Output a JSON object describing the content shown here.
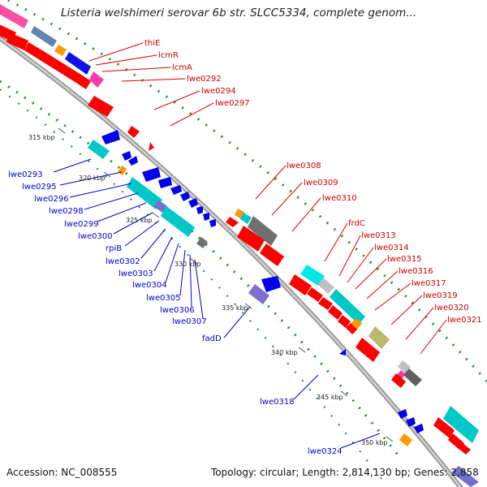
{
  "title": "Listeria welshimeri serovar 6b str. SLCC5334, complete genom...",
  "footer": {
    "accession_label": "Accession:",
    "accession": "NC_008555",
    "topology_label": "Topology:",
    "topology": "circular",
    "length_label": "Length:",
    "length": "2,814,130 bp",
    "genes_label": "Genes:",
    "genes": "2,858"
  },
  "colors": {
    "forward_gene": "#ff0000",
    "reverse_gene": "#0000ff",
    "forward_label": "#cc0000",
    "reverse_label": "#0000cc",
    "backbone": "#888888",
    "gc_dots": "#228b22"
  },
  "scale_marks": [
    {
      "label": "315 kbp"
    },
    {
      "label": "320 kbp"
    },
    {
      "label": "325 kbp"
    },
    {
      "label": "330 kbp"
    },
    {
      "label": "335 kbp"
    },
    {
      "label": "340 kbp"
    },
    {
      "label": "345 kbp"
    },
    {
      "label": "350 kbp"
    }
  ],
  "forward_labels": [
    {
      "name": "thiE"
    },
    {
      "name": "lcmR"
    },
    {
      "name": "lcmA"
    },
    {
      "name": "lwe0292"
    },
    {
      "name": "lwe0294"
    },
    {
      "name": "lwe0297"
    },
    {
      "name": "lwe0308"
    },
    {
      "name": "lwe0309"
    },
    {
      "name": "lwe0310"
    },
    {
      "name": "frdC"
    },
    {
      "name": "lwe0313"
    },
    {
      "name": "lwe0314"
    },
    {
      "name": "lwe0315"
    },
    {
      "name": "lwe0316"
    },
    {
      "name": "lwe0317"
    },
    {
      "name": "lwe0319"
    },
    {
      "name": "lwe0320"
    },
    {
      "name": "lwe0321"
    }
  ],
  "reverse_labels": [
    {
      "name": "lwe0293"
    },
    {
      "name": "lwe0295"
    },
    {
      "name": "lwe0296"
    },
    {
      "name": "lwe0298"
    },
    {
      "name": "lwe0299"
    },
    {
      "name": "lwe0300"
    },
    {
      "name": "rpiB"
    },
    {
      "name": "lwe0302"
    },
    {
      "name": "lwe0303"
    },
    {
      "name": "lwe0304"
    },
    {
      "name": "lwe0305"
    },
    {
      "name": "lwe0306"
    },
    {
      "name": "lwe0307"
    },
    {
      "name": "fadD"
    },
    {
      "name": "lwe0318"
    },
    {
      "name": "lwe0324"
    }
  ]
}
